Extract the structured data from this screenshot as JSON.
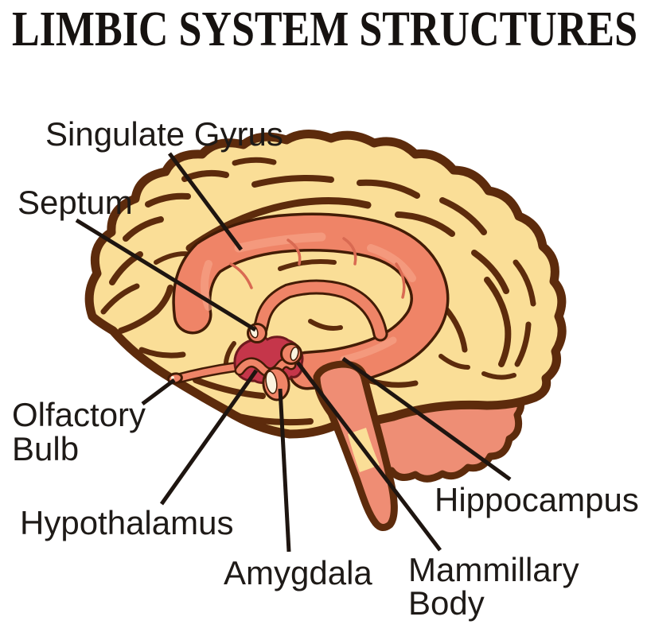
{
  "title": {
    "text": "LIMBIC SYSTEM STRUCTURES"
  },
  "labels": {
    "singulate_gyrus": {
      "line1": "Singulate Gyrus"
    },
    "septum": {
      "line1": "Septum"
    },
    "olfactory_bulb": {
      "line1": "Olfactory",
      "line2": "Bulb"
    },
    "hypothalamus": {
      "line1": "Hypothalamus"
    },
    "amygdala": {
      "line1": "Amygdala"
    },
    "hippocampus": {
      "line1": "Hippocampus"
    },
    "mammillary_body": {
      "line1": "Mammillary",
      "line2": "Body"
    }
  },
  "colors": {
    "background": "#ffffff",
    "cortex_fill": "#fade97",
    "outline_brown": "#5d2b0c",
    "limbic_salmon": "#ef8467",
    "limbic_salmon_light": "#f6a488",
    "cerebellum_salmon": "#ee8e75",
    "brainstem_salmon": "#ef8d74",
    "deep_red": "#c5364a",
    "deep_red_outline": "#6e1a1e",
    "pearl_white": "#fcf3df",
    "leader_line": "#1e1510",
    "label_text": "#1e1a17",
    "title_text": "#161210"
  }
}
